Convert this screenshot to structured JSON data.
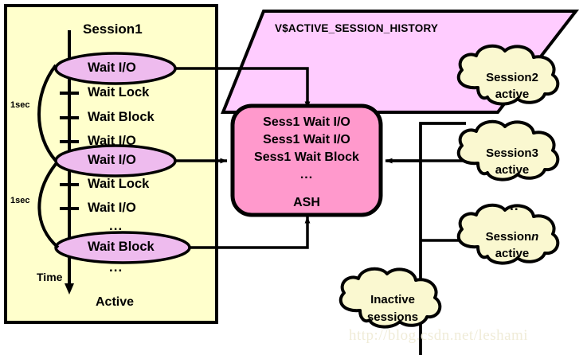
{
  "diagram": {
    "title": "Oracle ASH Active Session History sampling diagram",
    "colors": {
      "panel_fill": "#FFFFCC",
      "banner_fill": "#FFCCFF",
      "ash_fill": "#FF99CC",
      "ellipse_fill": "#EEBBEE",
      "cloud_fill": "#FAF8D0",
      "stroke": "#000000",
      "watermark": "#F0ECD8"
    }
  },
  "session_panel": {
    "title": "Session1",
    "footer": "Active",
    "time_axis_label": "Time",
    "interval_labels": [
      "1sec",
      "1sec"
    ],
    "ellipsis": "...",
    "events": [
      {
        "label": "Wait I/O",
        "sampled": true
      },
      {
        "label": "Wait Lock",
        "sampled": false
      },
      {
        "label": "Wait Block",
        "sampled": false
      },
      {
        "label": "Wait I/O",
        "sampled": false
      },
      {
        "label": "Wait I/O",
        "sampled": true
      },
      {
        "label": "Wait Lock",
        "sampled": false
      },
      {
        "label": "Wait I/O",
        "sampled": false
      },
      {
        "label": "Wait Block",
        "sampled": true
      }
    ]
  },
  "ash_view_banner": {
    "label": "V$ACTIVE_SESSION_HISTORY"
  },
  "ash_box": {
    "name": "ASH",
    "rows": [
      "Sess1 Wait I/O",
      "Sess1 Wait I/O",
      "Sess1 Wait Block",
      "..."
    ]
  },
  "clouds": [
    {
      "line1": "Session2",
      "line2": "active",
      "italic_suffix": ""
    },
    {
      "line1": "Session3",
      "line2": "active",
      "italic_suffix": ""
    },
    {
      "line1": "Session",
      "line2": "active",
      "italic_suffix": "n"
    },
    {
      "line1": "Inactive",
      "line2": "sessions",
      "italic_suffix": ""
    }
  ],
  "clouds_ellipsis": "...",
  "watermark": "http://blog.csdn.net/leshami"
}
